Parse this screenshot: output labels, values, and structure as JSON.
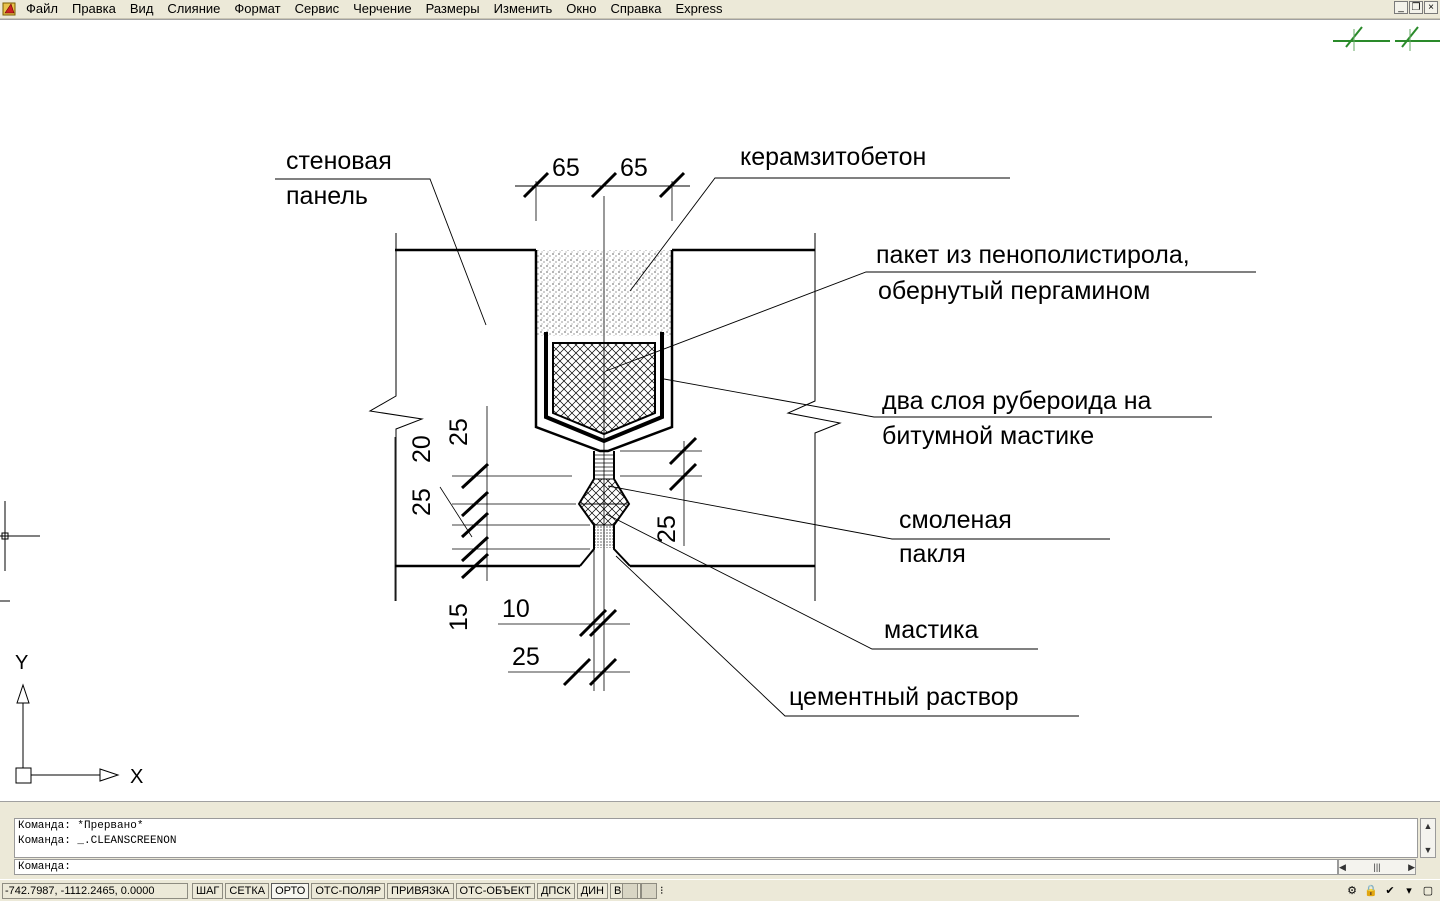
{
  "menu": {
    "items": [
      "Файл",
      "Правка",
      "Вид",
      "Слияние",
      "Формат",
      "Сервис",
      "Черчение",
      "Размеры",
      "Изменить",
      "Окно",
      "Справка",
      "Express"
    ]
  },
  "drawing": {
    "labels": {
      "wall_panel_1": "стеновая",
      "wall_panel_2": "панель",
      "expanded_clay": "керамзитобетон",
      "foam_pack_1": "пакет из пенополистирола,",
      "foam_pack_2": "обернутый пергамином",
      "ruberoid_1": "два слоя рубероида на",
      "ruberoid_2": "битумной мастике",
      "tow_1": "смоленая",
      "tow_2": "пакля",
      "mastic": "мастика",
      "cement": "цементный раствор"
    },
    "dims": {
      "top_left": "65",
      "top_right": "65",
      "left_25a": "25",
      "left_20": "20",
      "left_25b": "25",
      "left_15": "15",
      "right_25": "25",
      "bottom_10": "10",
      "bottom_25": "25"
    },
    "ucs": {
      "y": "Y",
      "x": "X"
    }
  },
  "command": {
    "history": [
      "Команда: *Прервано*",
      "Команда: _.CLEANSCREENON"
    ],
    "prompt": "Команда:"
  },
  "status": {
    "coords": "-742.7987, -1112.2465, 0.0000",
    "toggles": [
      "ШАГ",
      "СЕТКА",
      "ОРТО",
      "ОТС-ПОЛЯР",
      "ПРИВЯЗКА",
      "ОТС-ОБЪЕКТ",
      "ДПСК",
      "ДИН",
      "ВЕС"
    ]
  }
}
